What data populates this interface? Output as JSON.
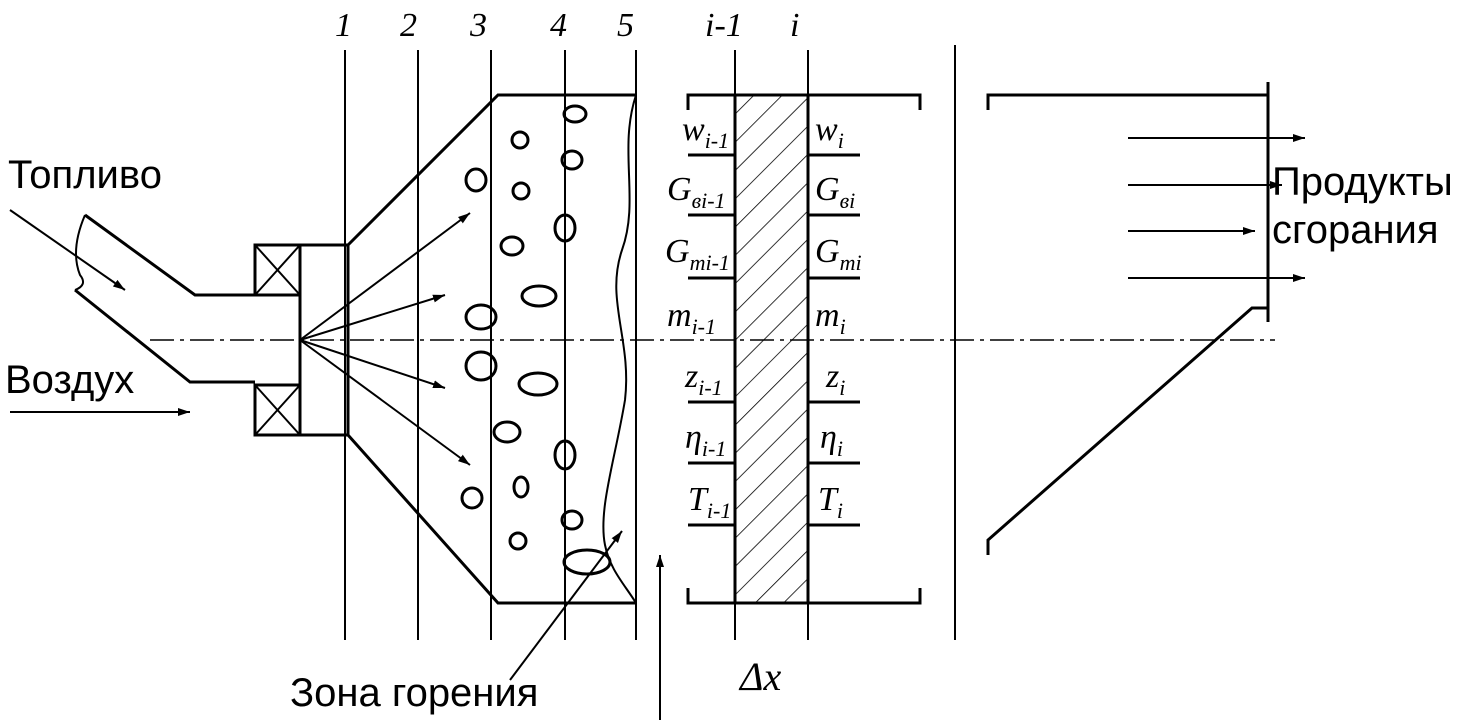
{
  "labels": {
    "fuel": "Топливо",
    "air": "Воздух",
    "products_line1": "Продукты",
    "products_line2": "сгорания",
    "combustion_zone": "Зона горения",
    "delta_x": "Δx"
  },
  "section_numbers": [
    "1",
    "2",
    "3",
    "4",
    "5"
  ],
  "section_indices": {
    "prev": "i-1",
    "cur": "i"
  },
  "left_params": [
    {
      "base": "w",
      "sub": "i-1"
    },
    {
      "base": "G",
      "sub": "вi-1"
    },
    {
      "base": "G",
      "sub": "тi-1"
    },
    {
      "base": "m",
      "sub": "i-1"
    },
    {
      "base": "z",
      "sub": "i-1"
    },
    {
      "base": "η",
      "sub": "i-1"
    },
    {
      "base": "T",
      "sub": "i-1"
    }
  ],
  "right_params": [
    {
      "base": "w",
      "sub": "i"
    },
    {
      "base": "G",
      "sub": "вi"
    },
    {
      "base": "G",
      "sub": "тi"
    },
    {
      "base": "m",
      "sub": "i"
    },
    {
      "base": "z",
      "sub": "i"
    },
    {
      "base": "η",
      "sub": "i"
    },
    {
      "base": "T",
      "sub": "i"
    }
  ]
}
